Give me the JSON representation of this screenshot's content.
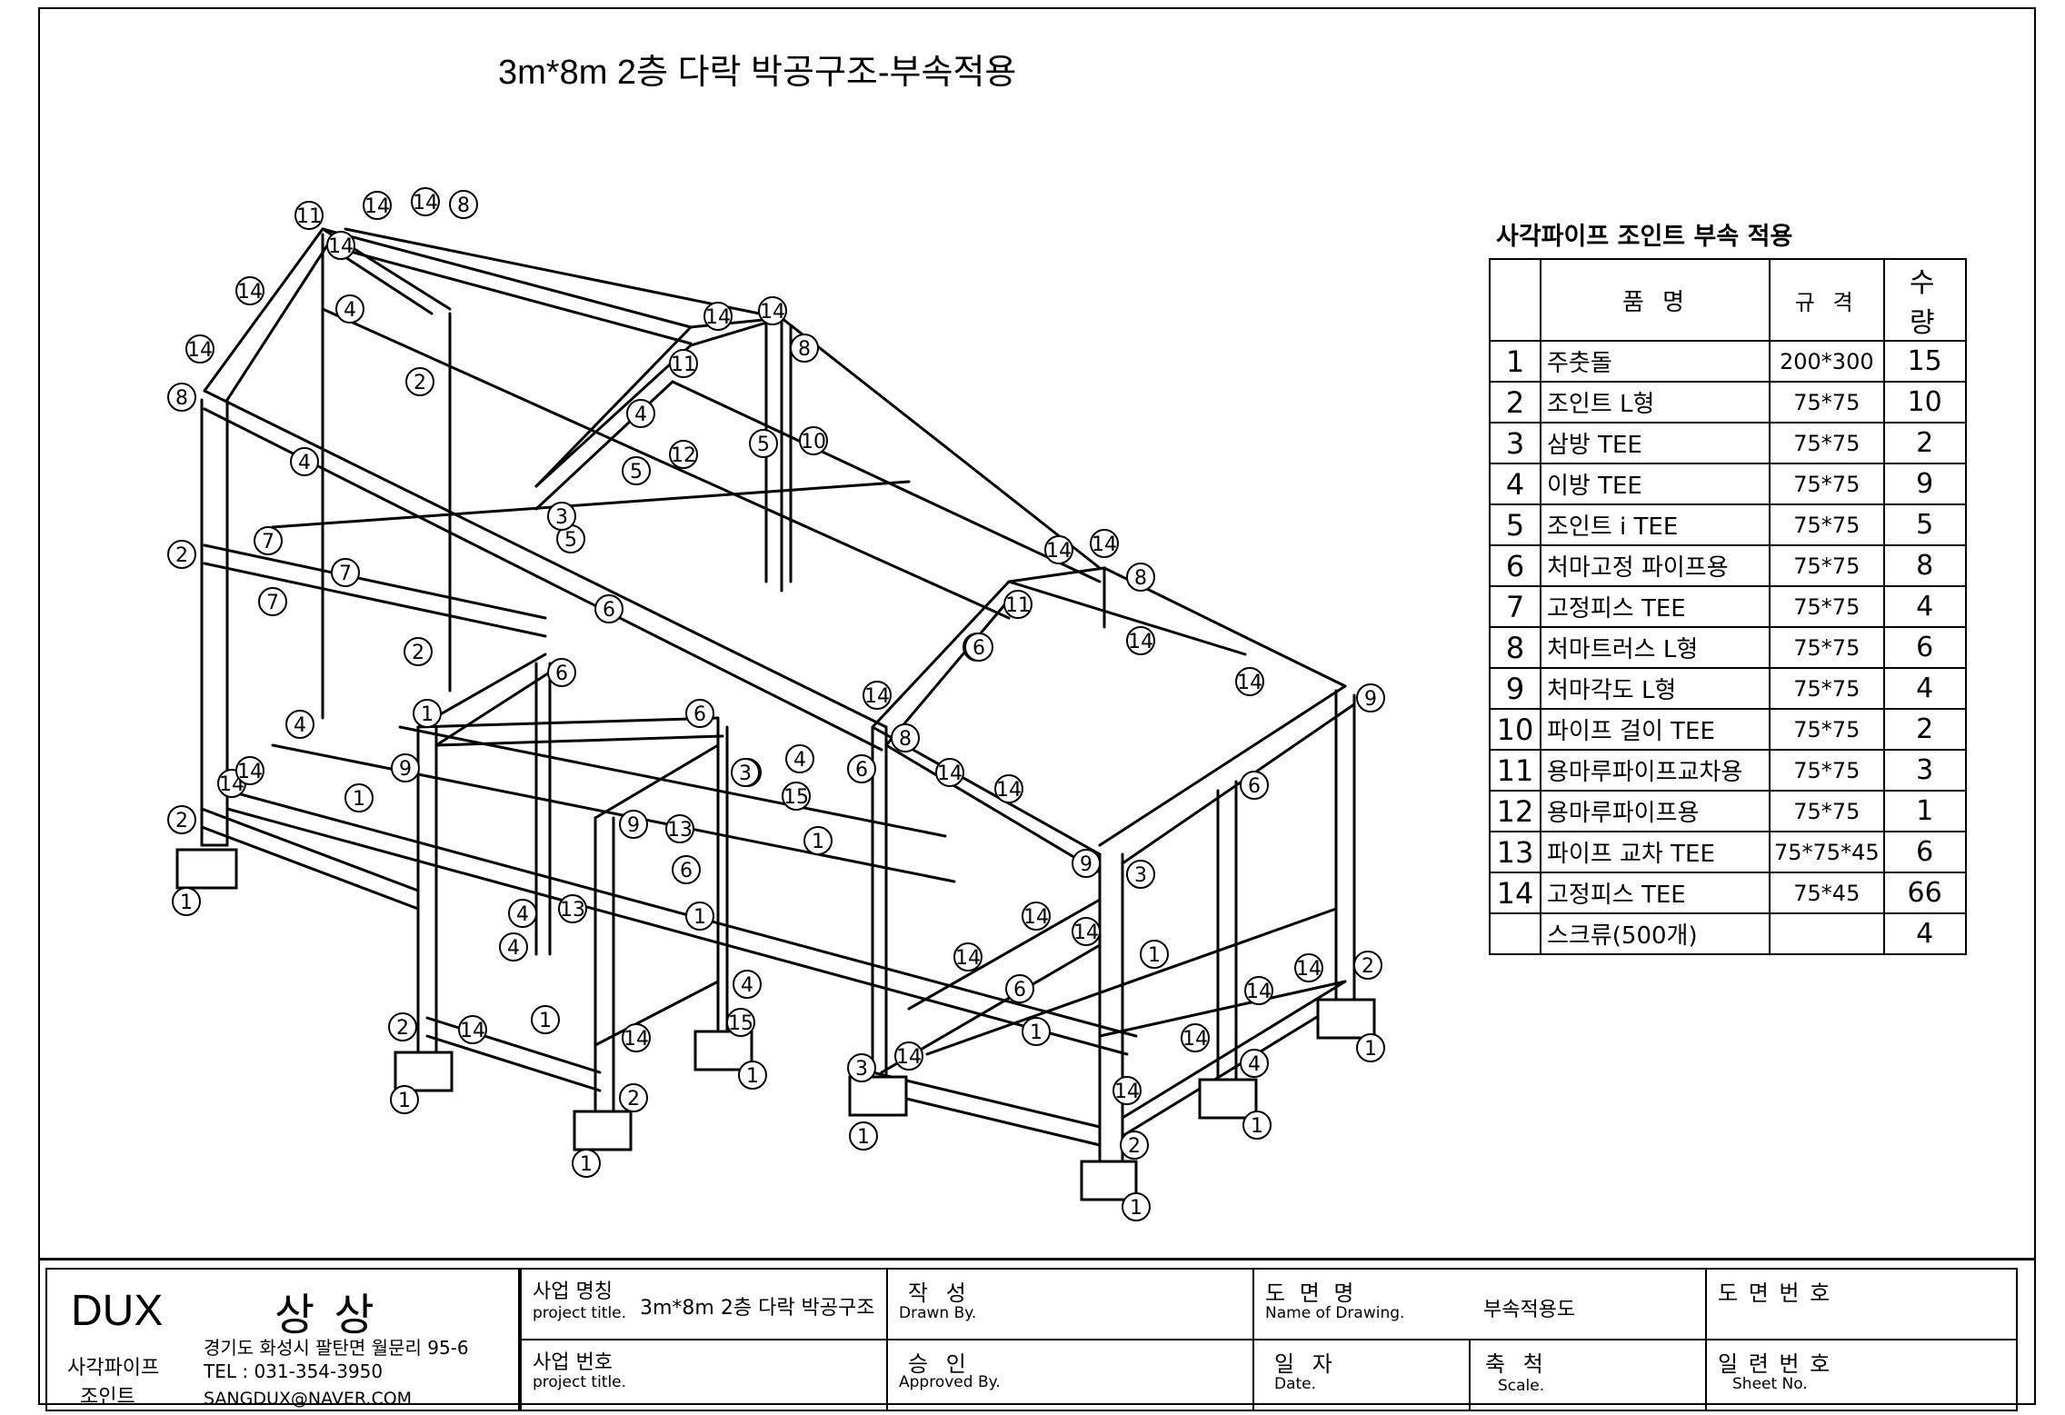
{
  "title": "3m*8m 2층 다락 박공구조-부속적용",
  "callout_numbers": [
    "1",
    "2",
    "3",
    "4",
    "5",
    "6",
    "7",
    "8",
    "9",
    "10",
    "11",
    "12",
    "13",
    "14"
  ],
  "parts_table": {
    "title": "사각파이프 조인트 부속 적용",
    "headers": {
      "name": "품 명",
      "spec": "규 격",
      "qty": "수 량"
    },
    "rows": [
      {
        "no": "1",
        "name": "주춧돌",
        "spec": "200*300",
        "qty": "15"
      },
      {
        "no": "2",
        "name": "조인트 L형",
        "spec": "75*75",
        "qty": "10"
      },
      {
        "no": "3",
        "name": "삼방 TEE",
        "spec": "75*75",
        "qty": "2"
      },
      {
        "no": "4",
        "name": "이방 TEE",
        "spec": "75*75",
        "qty": "9"
      },
      {
        "no": "5",
        "name": "조인트 i TEE",
        "spec": "75*75",
        "qty": "5"
      },
      {
        "no": "6",
        "name": "처마고정 파이프용",
        "spec": "75*75",
        "qty": "8"
      },
      {
        "no": "7",
        "name": "고정피스 TEE",
        "spec": "75*75",
        "qty": "4"
      },
      {
        "no": "8",
        "name": "처마트러스 L형",
        "spec": "75*75",
        "qty": "6"
      },
      {
        "no": "9",
        "name": "처마각도 L형",
        "spec": "75*75",
        "qty": "4"
      },
      {
        "no": "10",
        "name": "파이프 걸이 TEE",
        "spec": "75*75",
        "qty": "2"
      },
      {
        "no": "11",
        "name": "용마루파이프교차용",
        "spec": "75*75",
        "qty": "3"
      },
      {
        "no": "12",
        "name": "용마루파이프용",
        "spec": "75*75",
        "qty": "1"
      },
      {
        "no": "13",
        "name": "파이프 교차 TEE",
        "spec": "75*75*45",
        "qty": "6"
      },
      {
        "no": "14",
        "name": "고정피스 TEE",
        "spec": "75*45",
        "qty": "66"
      },
      {
        "no": "",
        "name": "스크류(500개)",
        "spec": "",
        "qty": "4"
      }
    ]
  },
  "title_block": {
    "company": "DUX",
    "brand": "상 상",
    "product_line1": "사각파이프",
    "product_line2": "조인트",
    "address": "경기도 화성시 팔탄면 월문리 95-6",
    "tel": "TEL : 031-354-3950",
    "email": "SANGDUX@NAVER.COM",
    "project_name_label": "사업 명칭",
    "project_name_sub": "project title.",
    "project_name_value": "3m*8m 2층 다락 박공구조",
    "project_no_label": "사업 번호",
    "project_no_sub": "project title.",
    "drawn_label": "작 성",
    "drawn_sub": "Drawn By.",
    "approved_label": "승 인",
    "approved_sub": "Approved By.",
    "drawing_name_label": "도 면 명",
    "drawing_name_sub": "Name of Drawing.",
    "drawing_name_value": "부속적용도",
    "date_label": "일 자",
    "date_sub": "Date.",
    "scale_label": "축 척",
    "scale_sub": "Scale.",
    "drawing_no_label": "도 면 번 호",
    "sheet_no_label": "일 련 번 호",
    "sheet_no_sub": "Sheet No."
  }
}
